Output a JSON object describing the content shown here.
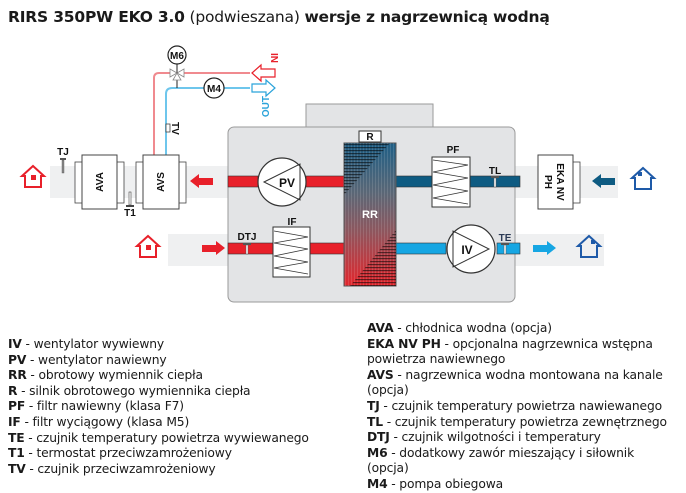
{
  "title": {
    "model": "RIRS 350PW EKO 3.0",
    "variant": "(podwieszana)",
    "suffix": "wersje z nagrzewnicą wodną"
  },
  "diagram": {
    "labels": {
      "M6": "M6",
      "M4": "M4",
      "IN": "IN",
      "OUT": "OUT",
      "TV": "TV",
      "TJ": "TJ",
      "T1": "T1",
      "AVA": "AVA",
      "AVS": "AVS",
      "R": "R",
      "RR": "RR",
      "PV": "PV",
      "PF": "PF",
      "TL": "TL",
      "IF": "IF",
      "DTJ": "DTJ",
      "IV": "IV",
      "TE": "TE",
      "EKA_line1": "EKA NV",
      "EKA_line2": "PH"
    },
    "colors": {
      "supply_warm": "#e8202a",
      "outdoor_cold": "#0e5b82",
      "exhaust": "#16a6e3",
      "water_in": "#f08a8f",
      "water_out": "#6ec6ec",
      "unit_bg": "#e3e4e6",
      "duct_bg": "#eff0f1",
      "house_red": "#e8202a",
      "house_blue": "#1e5aa8"
    }
  },
  "legend": {
    "left": [
      {
        "code": "IV",
        "desc": " - wentylator wywiewny"
      },
      {
        "code": "PV",
        "desc": "  - wentylator nawiewny"
      },
      {
        "code": "RR",
        "desc": " - obrotowy wymiennik ciepła"
      },
      {
        "code": "R",
        "desc": " - silnik obrotowego wymiennika ciepła"
      },
      {
        "code": "PF",
        "desc": " - filtr nawiewny (klasa F7)"
      },
      {
        "code": "IF",
        "desc": " - filtr wyciągowy (klasa M5)"
      },
      {
        "code": "TE",
        "desc": " - czujnik temperatury powietrza wywiewanego"
      },
      {
        "code": "T1",
        "desc": " - termostat przeciwzamrożeniowy"
      },
      {
        "code": "TV",
        "desc": " - czujnik przeciwzamrożeniowy"
      }
    ],
    "right": [
      {
        "code": "AVA",
        "desc": " - chłodnica wodna (opcja)"
      },
      {
        "code": "EKA NV PH",
        "desc": " - opcjonalna nagrzewnica wstępna powietrza nawiewnego"
      },
      {
        "code": "AVS",
        "desc": " - nagrzewnica wodna montowana na kanale (opcja)"
      },
      {
        "code": "TJ",
        "desc": " - czujnik temperatury powietrza nawiewanego"
      },
      {
        "code": "TL",
        "desc": " - czujnik temperatury powietrza zewnętrznego"
      },
      {
        "code": "DTJ",
        "desc": " - czujnik wilgotności i temperatury"
      },
      {
        "code": "M6",
        "desc": " - dodatkowy zawór mieszający i siłownik (opcja)"
      },
      {
        "code": "M4",
        "desc": " - pompa obiegowa"
      }
    ]
  }
}
